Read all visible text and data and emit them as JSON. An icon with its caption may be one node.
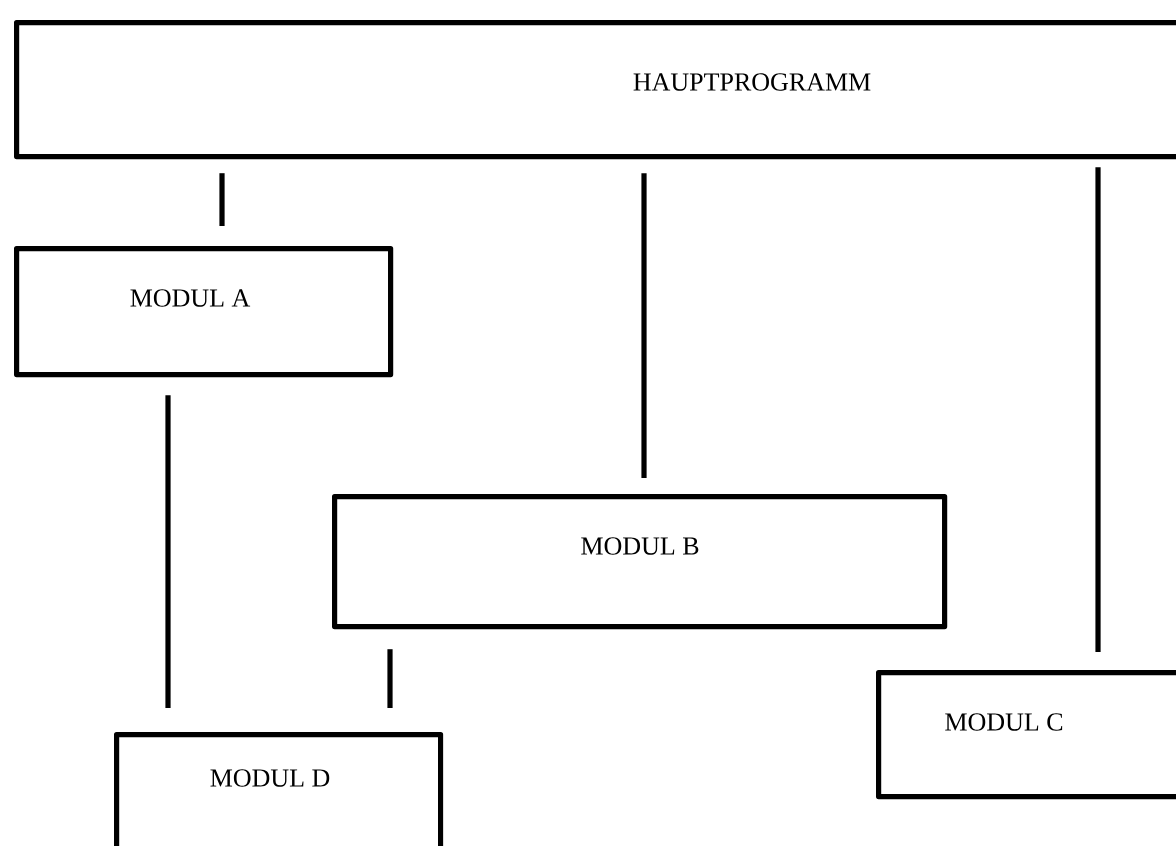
{
  "diagram": {
    "nodes": [
      {
        "text": [
          "HAUPTPROGRAMM"
        ]
      },
      {
        "text": [
          "MODUL A"
        ]
      },
      {
        "text": [
          "MODUL B"
        ]
      },
      {
        "text": [
          "MODUL C"
        ]
      },
      {
        "text": [
          "MODUL D"
        ]
      }
    ],
    "edges": [
      {
        "from": 0,
        "to": 1,
        "arrow": "none"
      },
      {
        "from": 0,
        "to": 2,
        "arrow": "none"
      },
      {
        "from": 0,
        "to": 3,
        "arrow": "none"
      },
      {
        "from": 1,
        "to": 4,
        "arrow": "none"
      },
      {
        "from": 2,
        "to": 4,
        "arrow": "none"
      }
    ]
  }
}
